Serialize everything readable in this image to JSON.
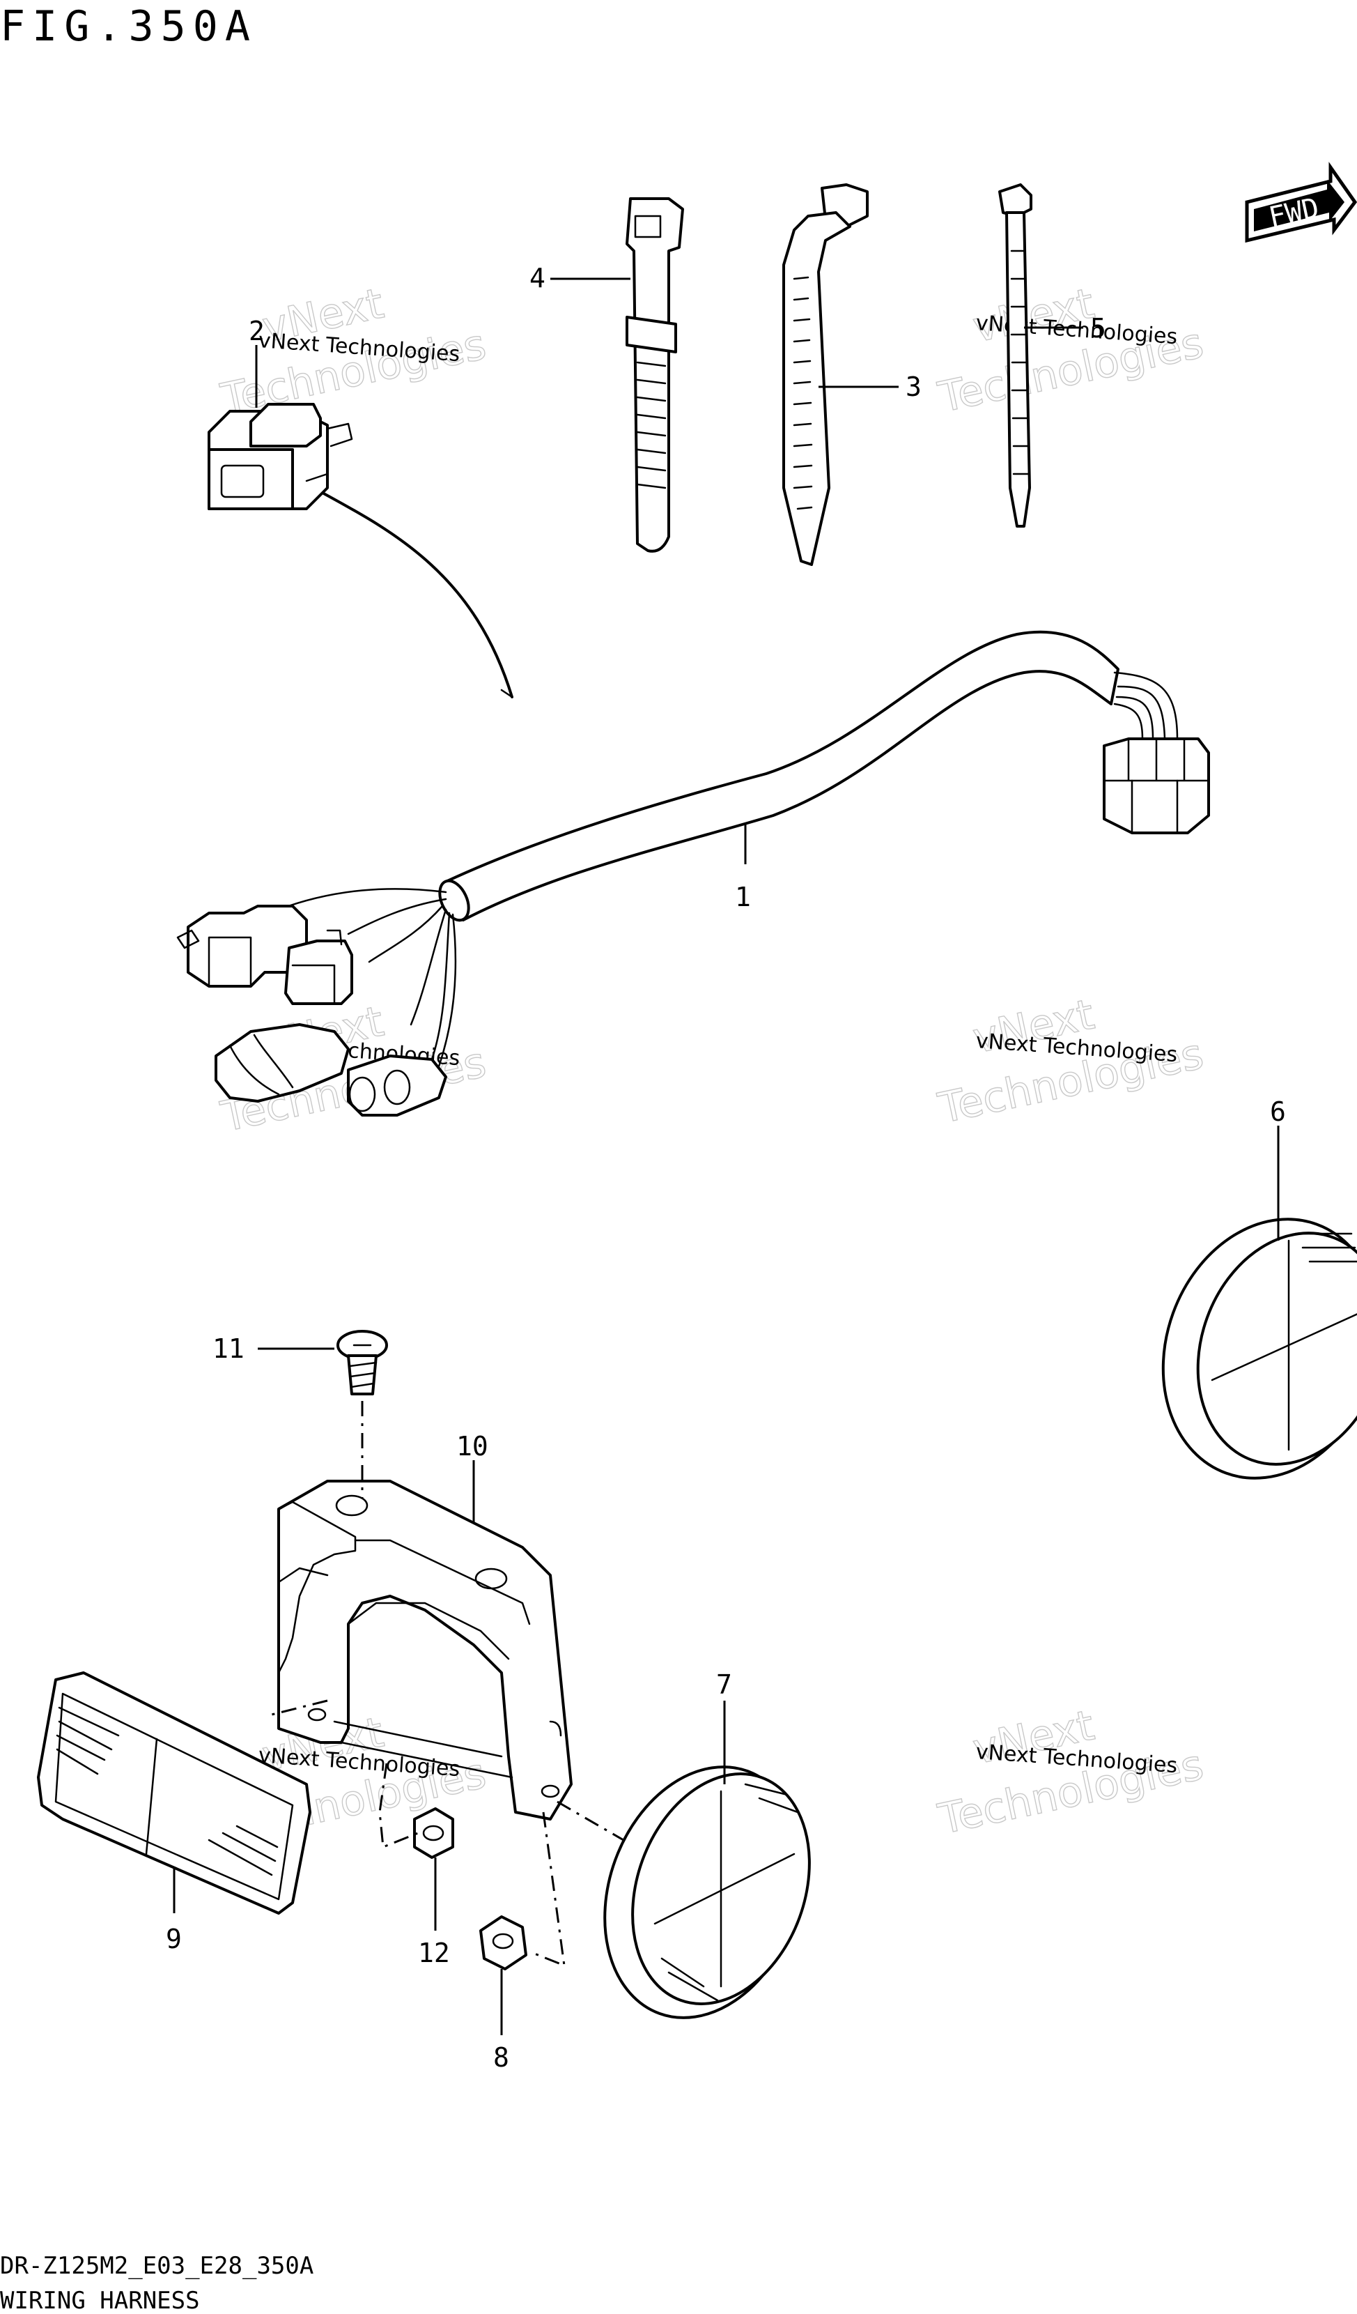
{
  "title": "FIG.350A",
  "badge": {
    "label": "FWD"
  },
  "footer": {
    "model_code": "DR-Z125M2_E03_E28_350A",
    "section_name": "WIRING HARNESS"
  },
  "watermark": {
    "brand": "vNext",
    "line1": "vNext Technologies",
    "line2": "Technologies"
  },
  "callouts": {
    "c1": "1",
    "c2": "2",
    "c3": "3",
    "c4": "4",
    "c5": "5",
    "c6": "6",
    "c7": "7",
    "c8": "8",
    "c9": "9",
    "c10": "10",
    "c11": "11",
    "c12": "12"
  }
}
